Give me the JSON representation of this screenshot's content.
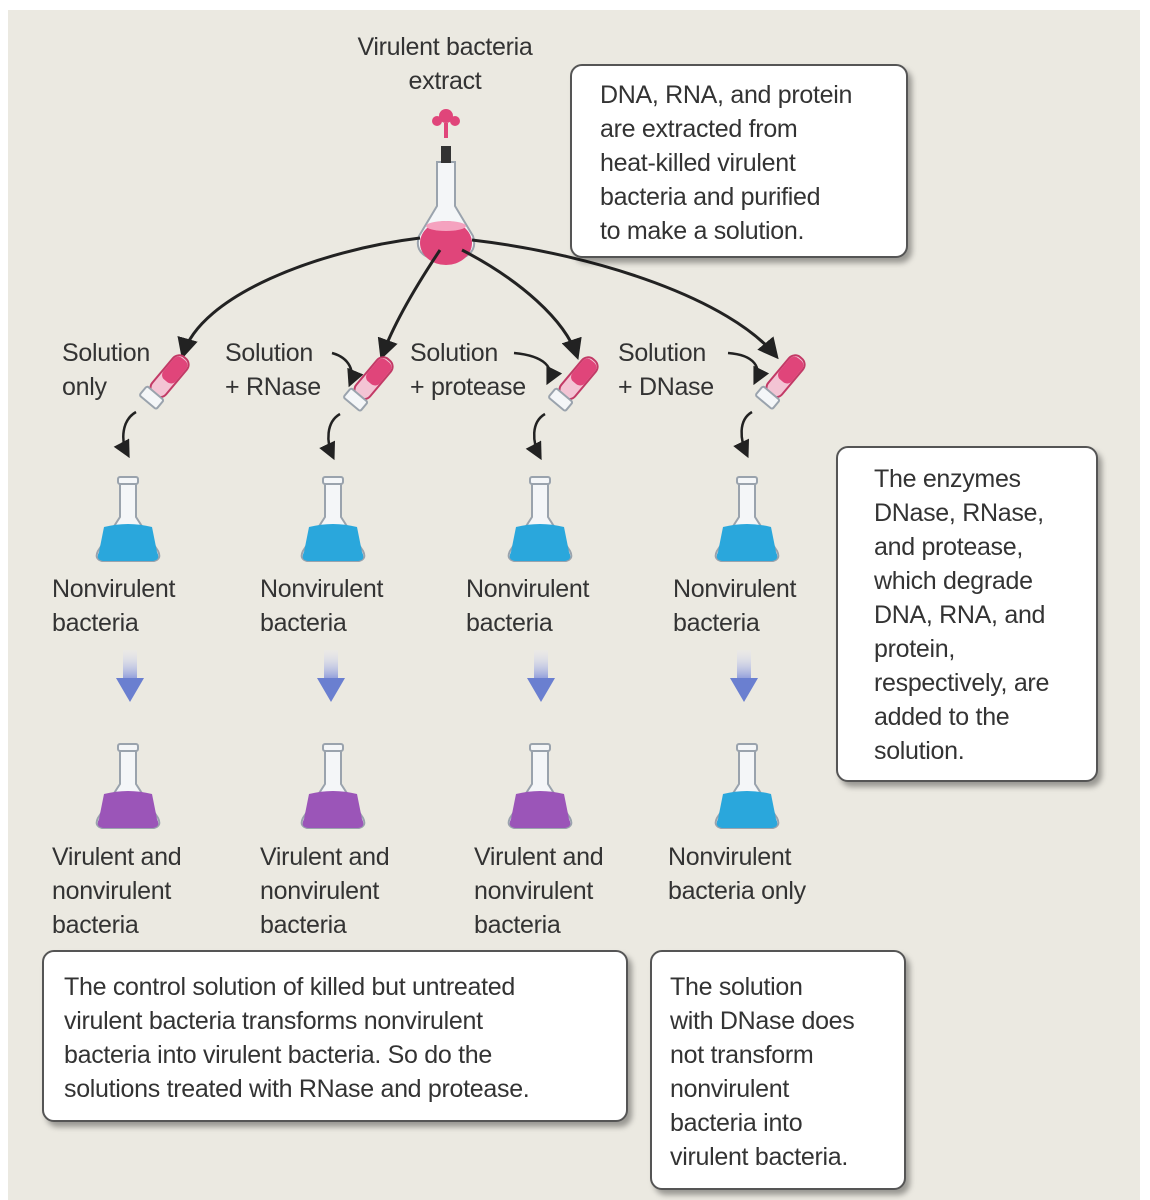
{
  "top": {
    "title_lines": [
      "Virulent bacteria",
      "extract"
    ]
  },
  "callouts": {
    "extraction": [
      "DNA, RNA, and protein",
      "are extracted from",
      "heat-killed virulent",
      "bacteria and purified",
      "to make a solution."
    ],
    "enzymes": [
      "The enzymes",
      "DNase, RNase,",
      "and protease,",
      "which degrade",
      "DNA, RNA, and",
      "protein,",
      "respectively, are",
      "added to the",
      "solution."
    ],
    "control": [
      "The control solution of killed but untreated",
      "virulent bacteria transforms nonvirulent",
      "bacteria into virulent bacteria. So do the",
      "solutions treated with RNase and protease."
    ],
    "dnase": [
      "The solution",
      "with DNase does",
      "not transform",
      "nonvirulent",
      "bacteria into",
      "virulent bacteria."
    ]
  },
  "columns": [
    {
      "treatment": [
        "Solution",
        "only"
      ],
      "initial": [
        "Nonvirulent",
        "bacteria"
      ],
      "result": [
        "Virulent and",
        "nonvirulent",
        "bacteria"
      ]
    },
    {
      "treatment": [
        "Solution",
        "+ RNase"
      ],
      "initial": [
        "Nonvirulent",
        "bacteria"
      ],
      "result": [
        "Virulent and",
        "nonvirulent",
        "bacteria"
      ]
    },
    {
      "treatment": [
        "Solution",
        "+ protease"
      ],
      "initial": [
        "Nonvirulent",
        "bacteria"
      ],
      "result": [
        "Virulent and",
        "nonvirulent",
        "bacteria"
      ]
    },
    {
      "treatment": [
        "Solution",
        "+ DNase"
      ],
      "initial": [
        "Nonvirulent",
        "bacteria"
      ],
      "result": [
        "Nonvirulent",
        "bacteria only"
      ]
    }
  ],
  "colors": {
    "background": "#ebe9e1",
    "extract_pink": "#e0457a",
    "nonvirulent_blue": "#2aa7dc",
    "virulent_purple": "#9b55b8",
    "arrow_down": "#6a7fd0"
  }
}
